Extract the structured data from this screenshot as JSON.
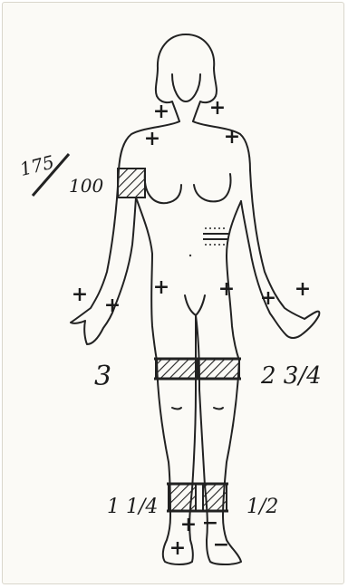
{
  "annotations": {
    "bp_numerator": "175",
    "bp_denominator": "100",
    "thigh_right": "3",
    "thigh_left": "2 3/4",
    "ankle_right": "1 1/4",
    "ankle_left": "1/2"
  },
  "pulse_marks": {
    "plus": "+",
    "minus": "−"
  }
}
